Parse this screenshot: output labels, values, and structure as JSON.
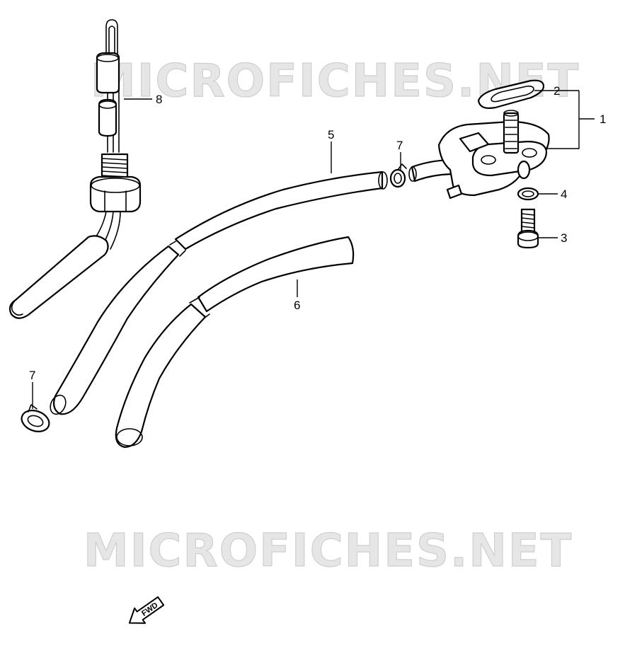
{
  "watermark": {
    "text": "MICROFICHES.NET"
  },
  "callouts": {
    "part_1": "1",
    "part_2": "2",
    "part_3": "3",
    "part_4": "4",
    "part_5": "5",
    "part_6": "6",
    "part_7_upper": "7",
    "part_7_lower": "7",
    "part_8": "8"
  },
  "direction_arrow": {
    "label": "FWD"
  }
}
